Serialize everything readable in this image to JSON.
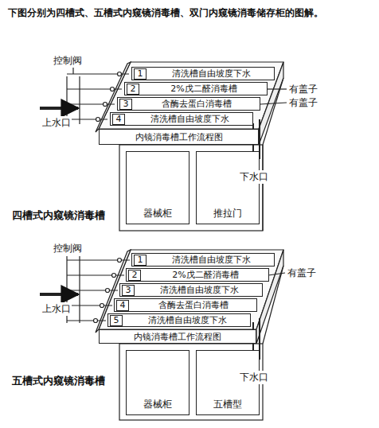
{
  "diagram": {
    "title": "下图分别为四槽式、五槽式内窥镜消毒槽、双门内窥镜消毒储存柜的图解。",
    "nodes": [
      {
        "text": [
          "1",
          "清洗槽自由坡度下水"
        ]
      },
      {
        "text": [
          "2",
          "2%戊二醛消毒槽"
        ]
      },
      {
        "text": [
          "3",
          "含酶去蛋白消毒槽"
        ]
      },
      {
        "text": [
          "4",
          "清洗槽自由坡度下水"
        ]
      },
      {
        "text": [
          "内镜消毒槽工作流程图"
        ]
      },
      {
        "text": [
          "器械柜"
        ]
      },
      {
        "text": [
          "推拉门"
        ]
      },
      {
        "text": [
          "1",
          "清洗槽自由坡度下水"
        ]
      },
      {
        "text": [
          "2",
          "2%戊二醛消毒槽"
        ]
      },
      {
        "text": [
          "3",
          "清洗槽自由坡度下水"
        ]
      },
      {
        "text": [
          "4",
          "含酶去蛋白消毒槽"
        ]
      },
      {
        "text": [
          "5",
          "清洗槽自由坡度下水"
        ]
      },
      {
        "text": [
          "内镜消毒槽工作流程图"
        ]
      },
      {
        "text": [
          "器械柜"
        ]
      },
      {
        "text": [
          "五槽型"
        ]
      }
    ],
    "labels": [
      "控制阀",
      "上水口",
      "有盖子",
      "有盖子",
      "下水口",
      "四槽式内窥镜消毒槽",
      "控制阀",
      "上水口",
      "有盖子",
      "下水口",
      "五槽式内窥镜消毒槽"
    ]
  }
}
